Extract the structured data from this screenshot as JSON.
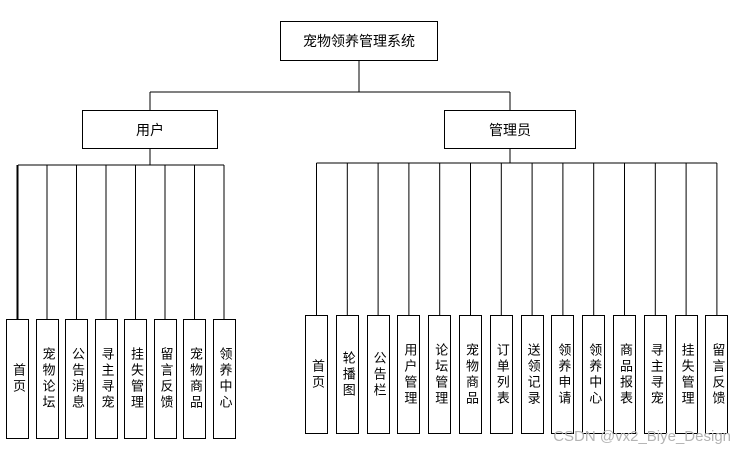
{
  "diagram": {
    "root": "宠物领养管理系统",
    "user": {
      "label": "用户",
      "children": [
        "首页",
        "宠物论坛",
        "公告消息",
        "寻主寻宠",
        "挂失管理",
        "留言反馈",
        "宠物商品",
        "领养中心"
      ]
    },
    "admin": {
      "label": "管理员",
      "children": [
        "首页",
        "轮播图",
        "公告栏",
        "用户管理",
        "论坛管理",
        "宠物商品",
        "订单列表",
        "送领记录",
        "领养申请",
        "领养中心",
        "商品报表",
        "寻主寻宠",
        "挂失管理",
        "留言反馈"
      ]
    }
  },
  "watermark": "CSDN @vx2_Biye_Design"
}
